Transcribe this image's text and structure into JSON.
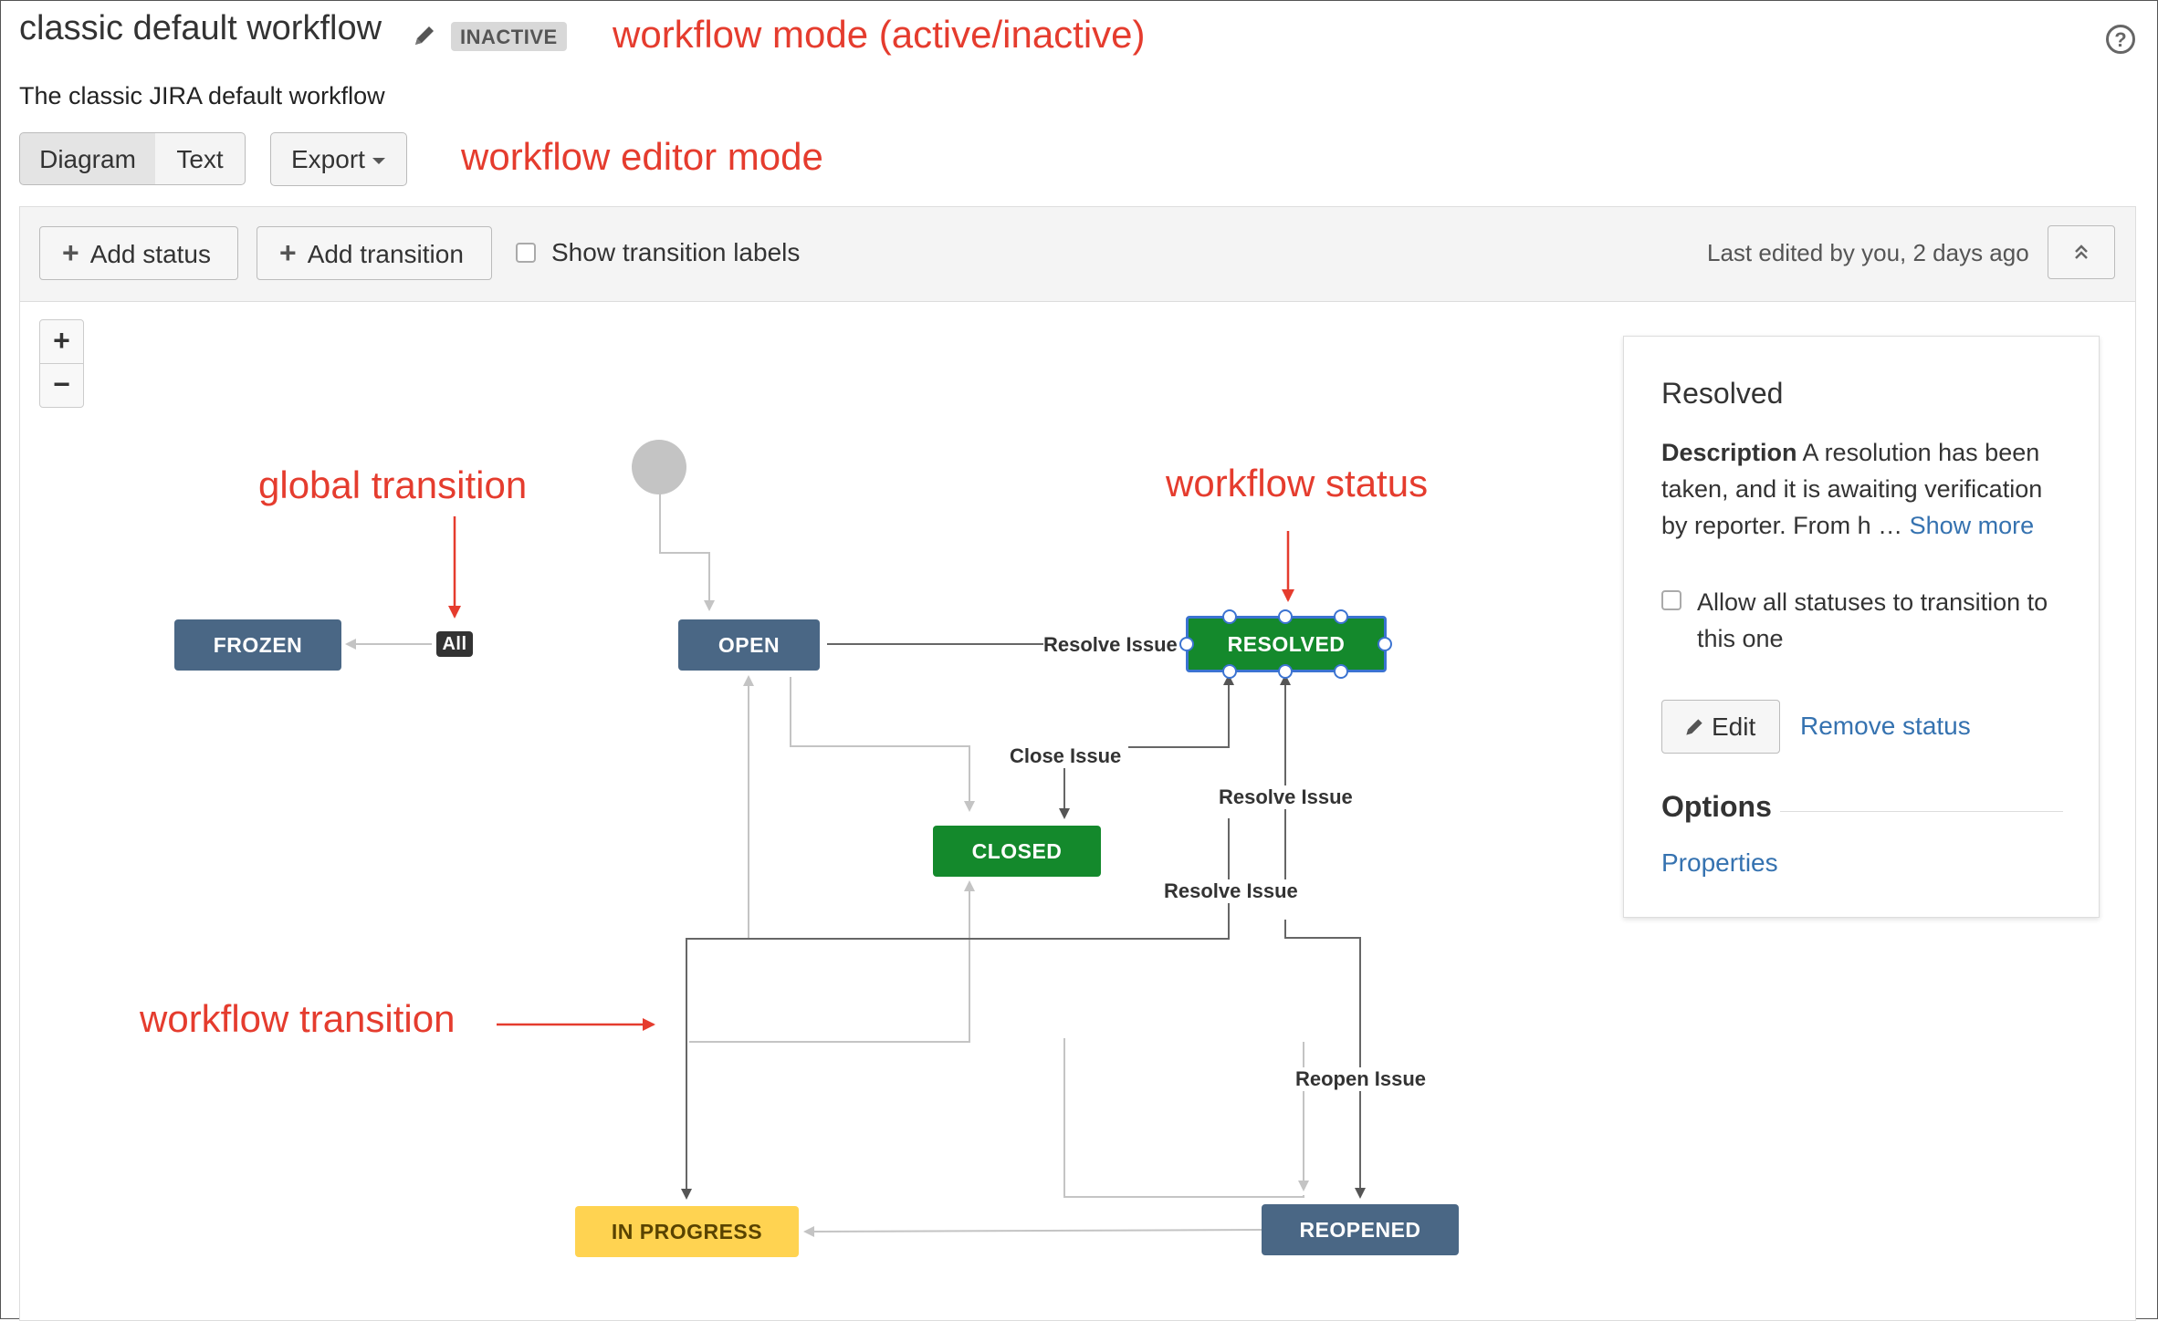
{
  "header": {
    "title": "classic default workflow",
    "status_badge": "INACTIVE",
    "description": "The classic JIRA default workflow",
    "help_icon": "?"
  },
  "view_modes": {
    "diagram": "Diagram",
    "text": "Text",
    "export": "Export"
  },
  "toolbar": {
    "add_status": "Add status",
    "add_transition": "Add transition",
    "show_labels": "Show transition labels",
    "last_edited": "Last edited by you, 2 days ago"
  },
  "zoom": {
    "in": "+",
    "out": "−"
  },
  "statuses": {
    "frozen": "FROZEN",
    "open": "OPEN",
    "resolved": "RESOLVED",
    "closed": "CLOSED",
    "in_progress": "IN PROGRESS",
    "reopened": "REOPENED",
    "all_badge": "All"
  },
  "transitions": {
    "resolve_issue": "Resolve Issue",
    "close_issue": "Close Issue",
    "resolve_issue_2": "Resolve Issue",
    "resolve_issue_3": "Resolve Issue",
    "reopen_issue": "Reopen Issue"
  },
  "annotations": {
    "workflow_mode": "workflow mode (active/inactive)",
    "editor_mode": "workflow editor mode",
    "global_transition": "global transition",
    "workflow_status": "workflow status",
    "workflow_transition": "workflow transition"
  },
  "panel": {
    "title": "Resolved",
    "desc_label": "Description",
    "desc_text": "A resolution has been taken, and it is awaiting verification by reporter. From h",
    "ellipsis": "…",
    "show_more": "Show more",
    "allow_all": "Allow all statuses to transition to this one",
    "edit": "Edit",
    "remove": "Remove status",
    "options": "Options",
    "properties": "Properties"
  },
  "colors": {
    "annotation": "#e53c2e",
    "status_blue": "#4a6785",
    "status_green": "#14892c",
    "status_yellow": "#ffd351",
    "link": "#3572b0",
    "selection": "#3b73d1"
  }
}
